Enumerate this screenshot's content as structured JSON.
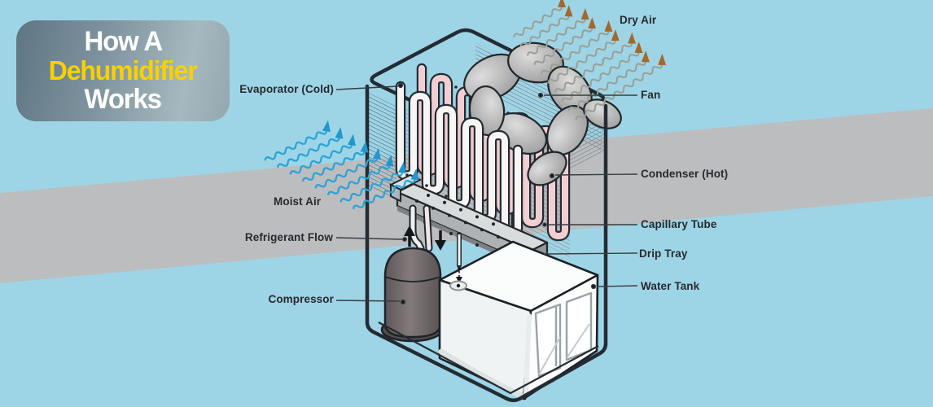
{
  "title": {
    "line1": "How A",
    "line2": "Dehumidifier",
    "line3": "Works"
  },
  "labels": {
    "dry_air": "Dry Air",
    "fan": "Fan",
    "evaporator": "Evaporator (Cold)",
    "condenser": "Condenser (Hot)",
    "moist_air": "Moist Air",
    "capillary_tube": "Capillary Tube",
    "refrigerant_flow": "Refrigerant Flow",
    "drip_tray": "Drip Tray",
    "water_tank": "Water Tank",
    "compressor": "Compressor"
  },
  "colors": {
    "background": "#9ed5e6",
    "gray_band": "#bcbdbf",
    "badge_gradient_dark": "#5f7683",
    "badge_gradient_light": "#a6b8bf",
    "title_yellow": "#f8d100",
    "title_white": "#ffffff",
    "label_text": "#26292e",
    "moist_air_blue": "#2ba3d8",
    "dry_air_arrow_brown": "#a4682b",
    "dry_air_line_gray": "#9aa096",
    "condenser_pink": "#f1ced2",
    "evaporator_coil_white": "#f6f5f4",
    "box_outline": "#242b33"
  }
}
